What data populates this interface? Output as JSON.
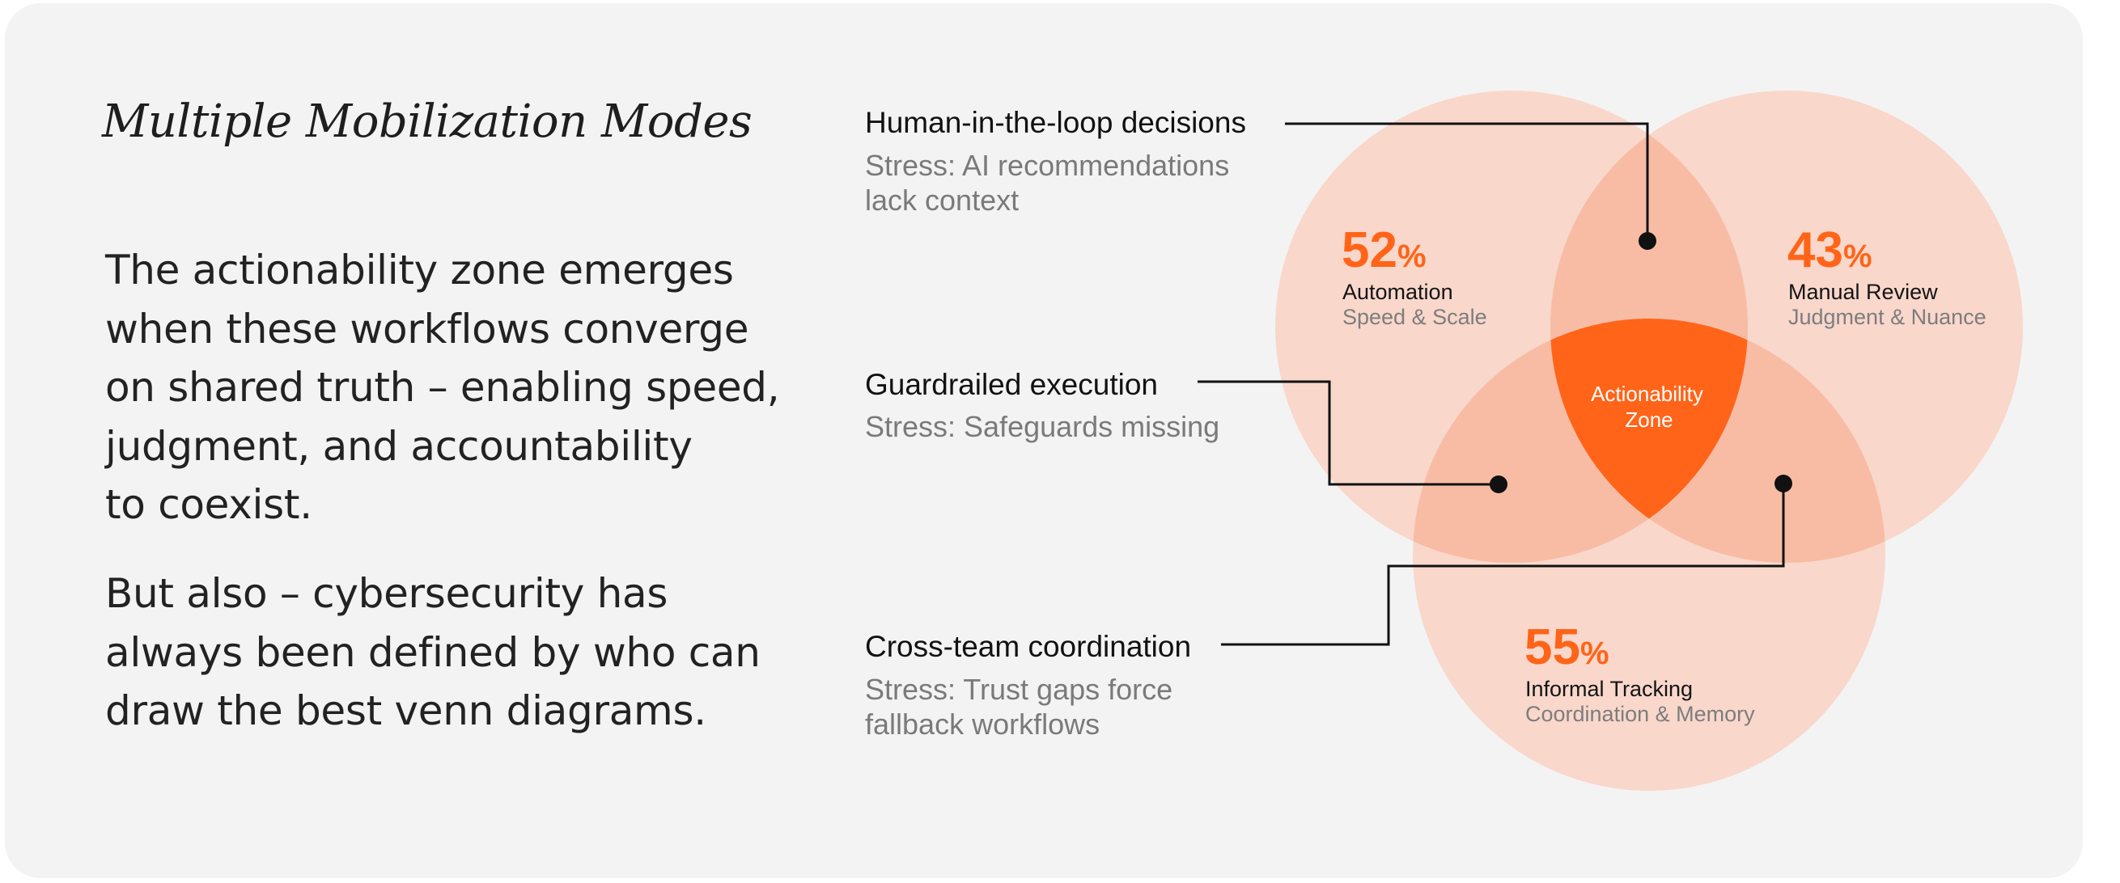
{
  "title": "Multiple Mobilization Modes",
  "paragraphs": [
    [
      "The actionability zone emerges",
      "when these workflows converge",
      "on shared truth – enabling speed,",
      "judgment, and accountability",
      "to coexist."
    ],
    [
      "But also – cybersecurity has",
      "always been defined by who can",
      "draw the best venn diagrams."
    ]
  ],
  "colors": {
    "background": "#f3f3f3",
    "circle_fill": "#f9d7cb",
    "pairwise_overlap": "#f8bca5",
    "zone_fill": "#ff6418",
    "accent": "#ff6418",
    "callout_line": "#111111"
  },
  "sets": [
    {
      "id": "automation",
      "value": "52",
      "unit": "%",
      "name": "Automation",
      "subtitle": "Speed & Scale"
    },
    {
      "id": "manual_review",
      "value": "43",
      "unit": "%",
      "name": "Manual Review",
      "subtitle": "Judgment & Nuance"
    },
    {
      "id": "informal_tracking",
      "value": "55",
      "unit": "%",
      "name": "Informal Tracking",
      "subtitle": "Coordination & Memory"
    }
  ],
  "center_zone": [
    "Actionability",
    "Zone"
  ],
  "callouts": [
    {
      "id": "human",
      "title": "Human-in-the-loop decisions",
      "stress": [
        "Stress: AI recommendations",
        "lack context"
      ],
      "points_to": "Automation ∩ Manual Review"
    },
    {
      "id": "guardrailed",
      "title": "Guardrailed execution",
      "stress": [
        "Stress: Safeguards missing"
      ],
      "points_to": "Automation ∩ Informal Tracking"
    },
    {
      "id": "crossteam",
      "title": "Cross-team coordination",
      "stress": [
        "Stress: Trust gaps force",
        "fallback workflows"
      ],
      "points_to": "Manual Review ∩ Informal Tracking"
    }
  ]
}
